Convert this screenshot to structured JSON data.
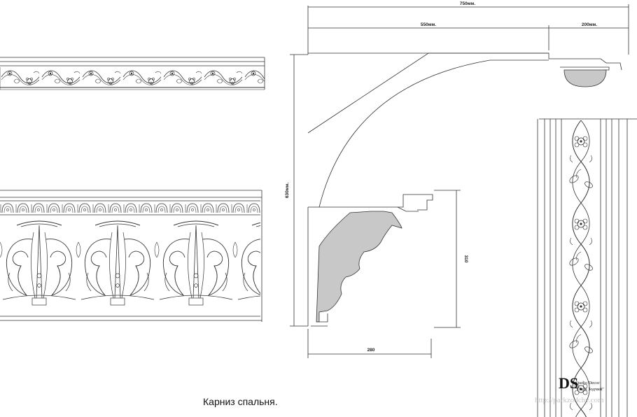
{
  "caption": "Карниз спальня.",
  "dimensions": {
    "overall_width": "750мм.",
    "projection": "550мм.",
    "cap_width": "200мм.",
    "overall_height": "630мм.",
    "molding_height": "310",
    "molding_width": "280"
  },
  "logo": {
    "mark": "DS",
    "studio": "Studio Decor",
    "name": "\"Парк Зодчий\""
  },
  "watermark": "http://parkzodchy.com",
  "colors": {
    "line": "#333333",
    "section_fill": "#c8c8c8"
  }
}
